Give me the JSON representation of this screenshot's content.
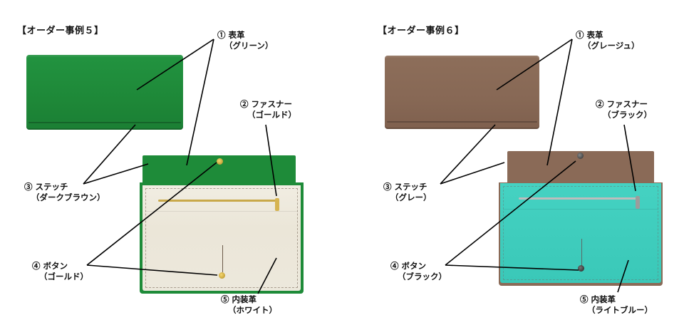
{
  "examples": [
    {
      "title": "【オーダー事例５】",
      "colors": {
        "outer": "#1f8a3a",
        "outer_dark": "#17702e",
        "interior": "#ece8dc",
        "interior_light": "#f3f0e6",
        "zipper": "#c9a94a",
        "button": "#d4b03c",
        "stitch": "#5a4636"
      },
      "labels": [
        {
          "num": "①",
          "name": "表革",
          "value": "（グリーン）"
        },
        {
          "num": "②",
          "name": "ファスナー",
          "value": "（ゴールド）"
        },
        {
          "num": "③",
          "name": "ステッチ",
          "value": "（ダークブラウン）"
        },
        {
          "num": "④",
          "name": "ボタン",
          "value": "（ゴールド）"
        },
        {
          "num": "⑤",
          "name": "内装革",
          "value": "（ホワイト）"
        }
      ]
    },
    {
      "title": "【オーダー事例６】",
      "colors": {
        "outer": "#8a6a57",
        "outer_dark": "#735644",
        "interior": "#3fcdbd",
        "interior_light": "#4fd6c6",
        "zipper": "#b9b9b9",
        "button": "#3a3a3a",
        "stitch": "#8c8c8c"
      },
      "labels": [
        {
          "num": "①",
          "name": "表革",
          "value": "（グレージュ）"
        },
        {
          "num": "②",
          "name": "ファスナー",
          "value": "（ブラック）"
        },
        {
          "num": "③",
          "name": "ステッチ",
          "value": "（グレー）"
        },
        {
          "num": "④",
          "name": "ボタン",
          "value": "（ブラック）"
        },
        {
          "num": "⑤",
          "name": "内装革",
          "value": "（ライトブルー）"
        }
      ]
    }
  ]
}
